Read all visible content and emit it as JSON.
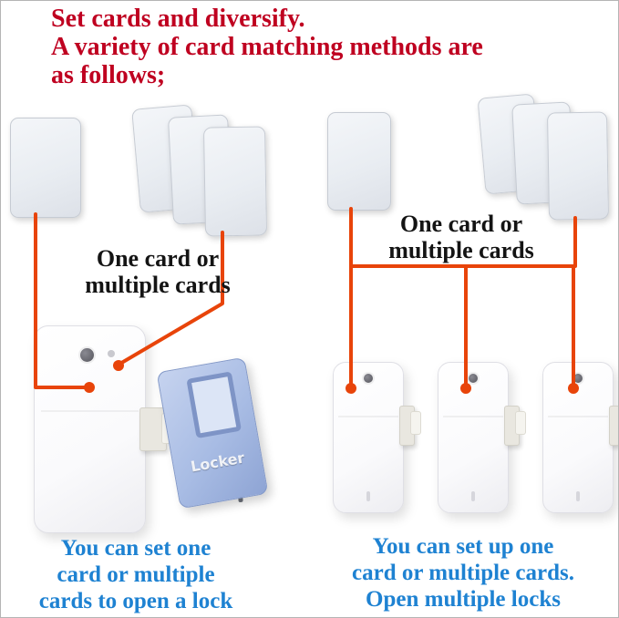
{
  "heading": {
    "line1": "Set cards and diversify.",
    "line2": "A variety of card matching methods are",
    "line3": "as follows;"
  },
  "left_section": {
    "label": {
      "line1": "One card or",
      "line2": "multiple cards"
    },
    "lock_text": "Locker",
    "caption": {
      "line1": "You can set one",
      "line2": "card or multiple",
      "line3": "cards to open a lock"
    }
  },
  "right_section": {
    "label": {
      "line1": "One card or",
      "line2": "multiple cards"
    },
    "caption": {
      "line1": "You can set up one",
      "line2": "card or multiple cards.",
      "line3": "Open multiple locks"
    }
  },
  "colors": {
    "heading_red": "#bf0020",
    "caption_blue": "#1e82d2",
    "label_black": "#141414",
    "connector_orange": "#e8440a",
    "card_fill": "#e9edf2",
    "lock_white": "#fafafc",
    "locker_blue": "#a8bce4"
  }
}
